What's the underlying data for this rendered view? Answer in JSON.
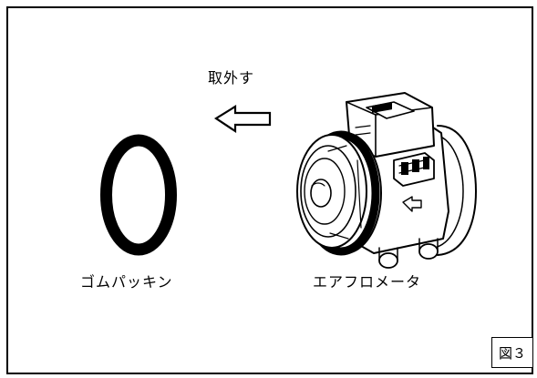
{
  "labels": {
    "remove": "取外す",
    "rubber_packing": "ゴムパッキン",
    "air_flow_meter": "エアフロメータ",
    "figure_number": "図３"
  },
  "colors": {
    "line": "#000000",
    "background": "#ffffff"
  },
  "icons": {
    "arrow": "left-arrow-outline-icon"
  }
}
